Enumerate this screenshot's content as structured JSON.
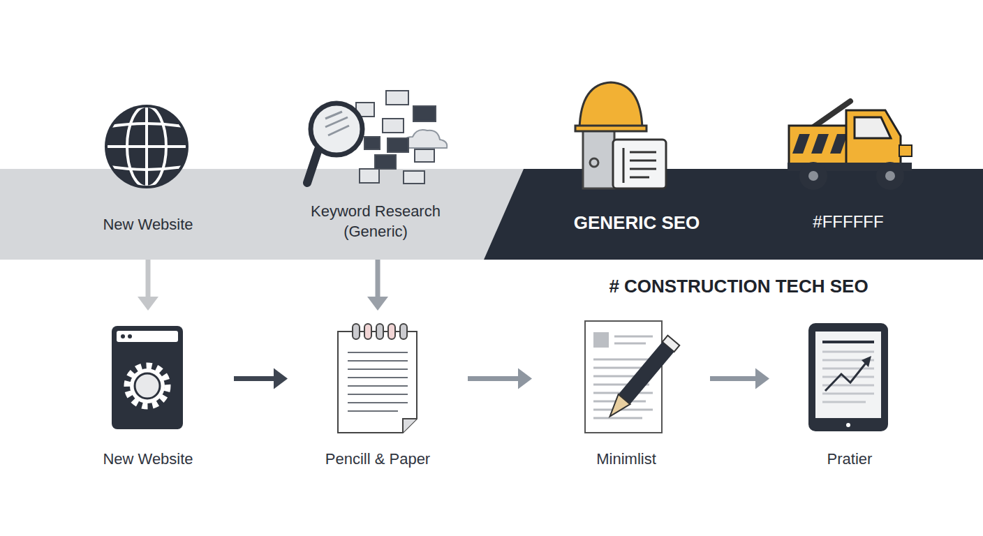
{
  "diagram": {
    "nodes": [
      {
        "text": [
          "New Website"
        ]
      },
      {
        "text": [
          "Keyword Research (Generic)"
        ]
      },
      {
        "text": [
          "GENERIC SEO"
        ]
      },
      {
        "text": [
          "#FFFFFF"
        ]
      },
      {
        "text": [
          "New Website"
        ]
      },
      {
        "text": [
          "Pencill & Paper"
        ]
      },
      {
        "text": [
          "Minimlist"
        ]
      },
      {
        "text": [
          "Pratier"
        ]
      }
    ],
    "edges": [
      {
        "from": 0,
        "to": 4,
        "arrow": "to"
      },
      {
        "from": 1,
        "to": 5,
        "arrow": "to"
      },
      {
        "from": 4,
        "to": 5,
        "arrow": "to"
      },
      {
        "from": 5,
        "to": 6,
        "arrow": "to"
      },
      {
        "from": 6,
        "to": 7,
        "arrow": "to"
      }
    ],
    "labels": [
      "# CONSTRUCTION TECH SEO"
    ]
  }
}
